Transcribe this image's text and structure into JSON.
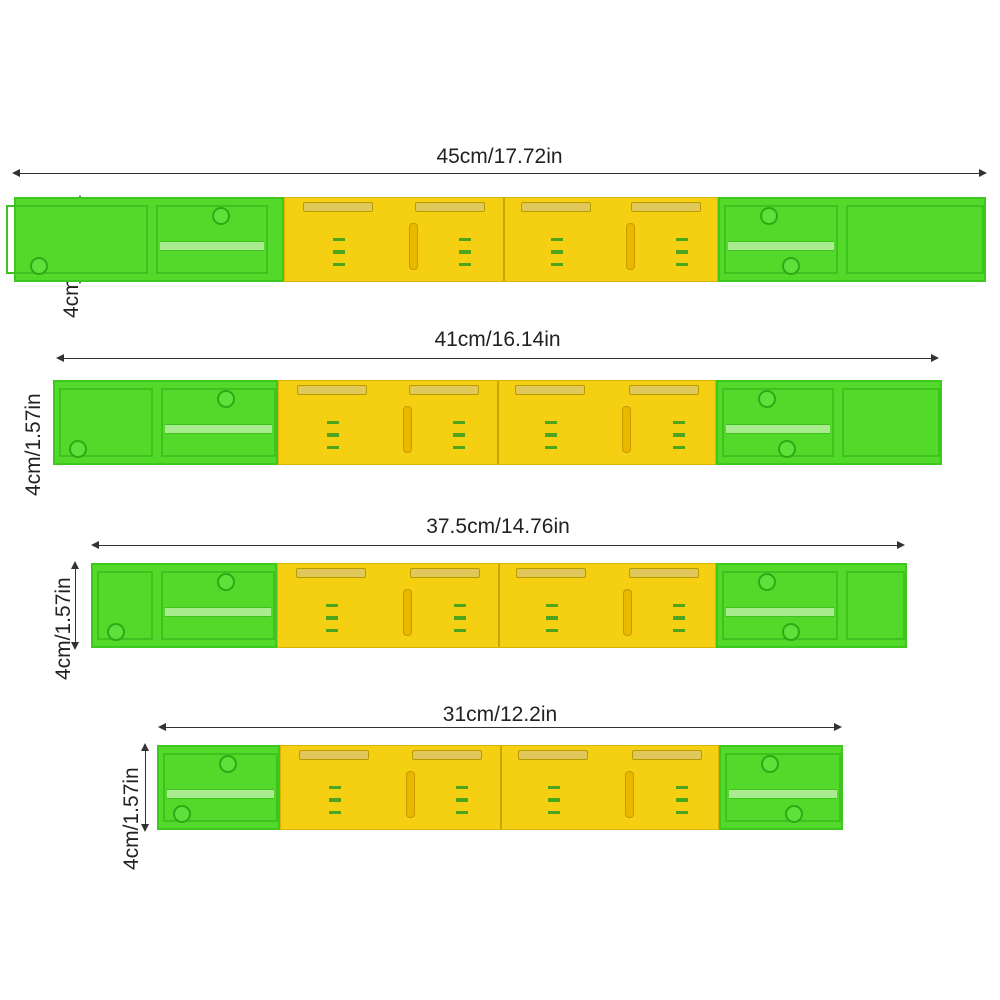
{
  "rulers": [
    {
      "length_label": "45cm/17.72in",
      "height_label": "4cm/1.57in"
    },
    {
      "length_label": "41cm/16.14in",
      "height_label": "4cm/1.57in"
    },
    {
      "length_label": "37.5cm/14.76in",
      "height_label": "4cm/1.57in"
    },
    {
      "length_label": "31cm/12.2in",
      "height_label": "4cm/1.57in"
    }
  ],
  "colors": {
    "green": "#52d92a",
    "yellow": "#f4cf12"
  }
}
